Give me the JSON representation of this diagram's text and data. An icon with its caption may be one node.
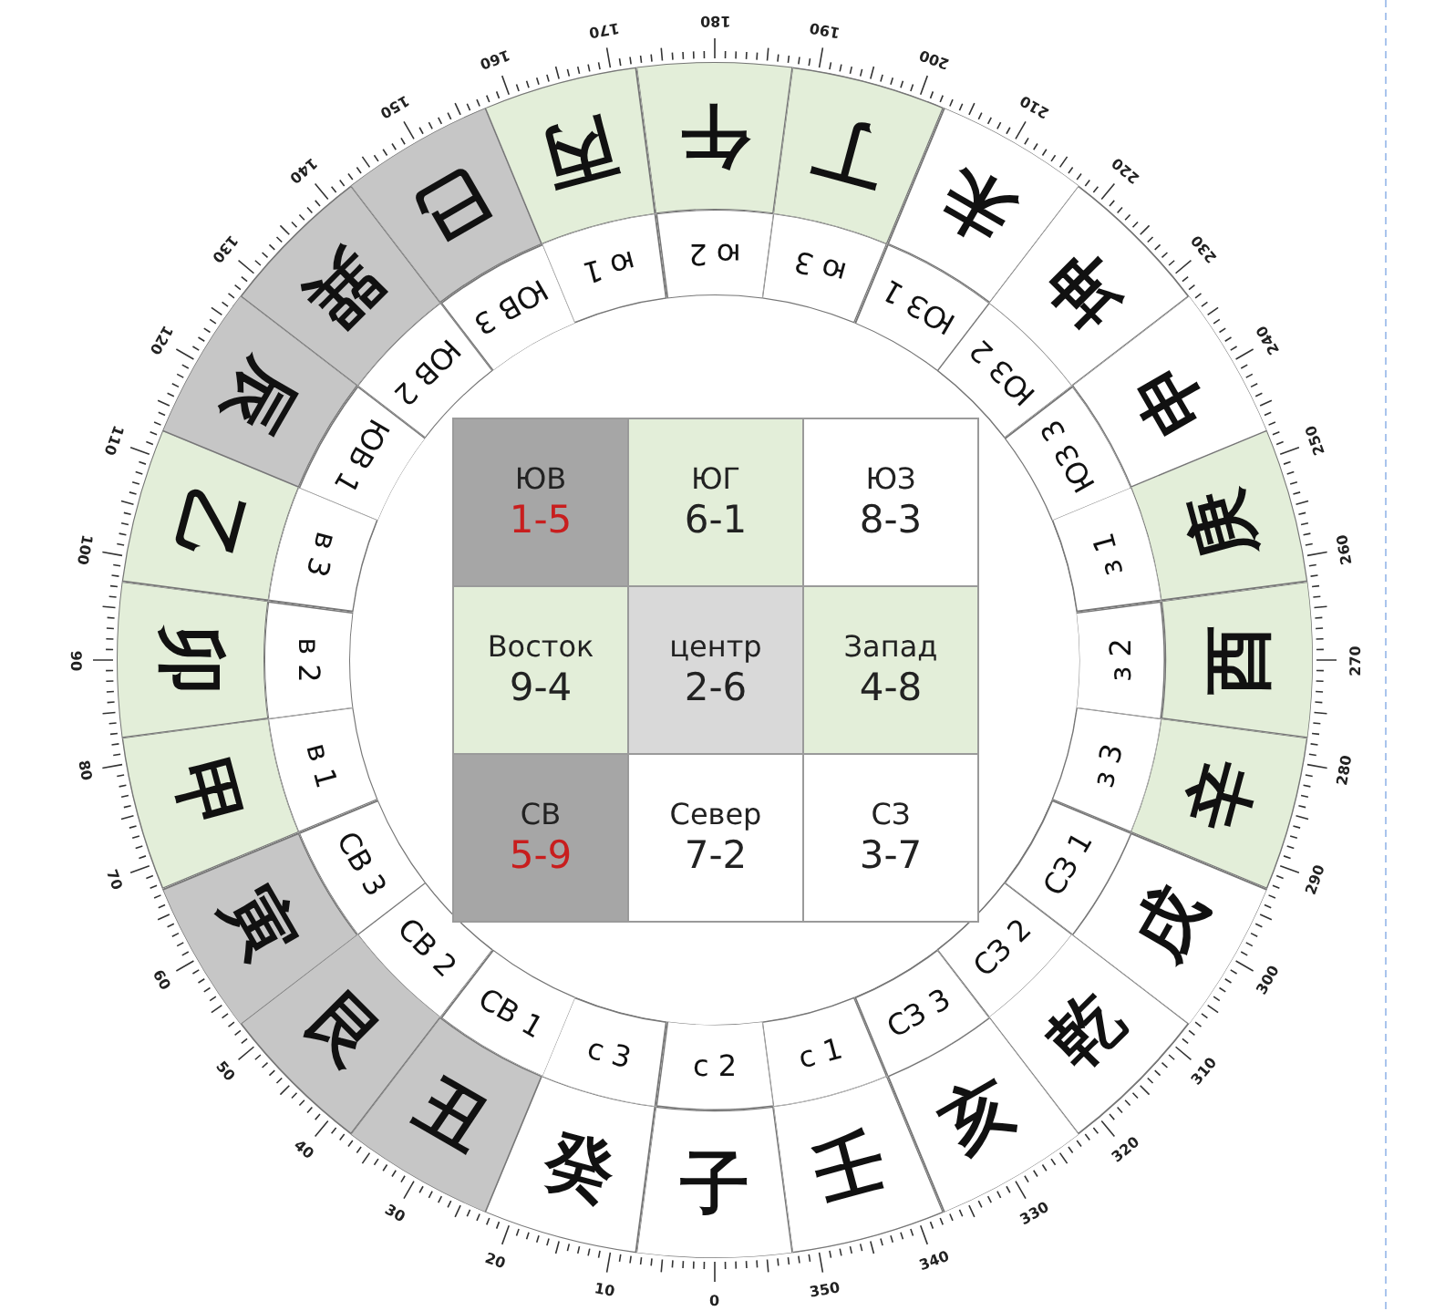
{
  "diagram": {
    "nodes": [
      {
        "text": [
          "子"
        ]
      },
      {
        "text": [
          "癸"
        ]
      },
      {
        "text": [
          "丑"
        ]
      },
      {
        "text": [
          "艮"
        ]
      },
      {
        "text": [
          "寅"
        ]
      },
      {
        "text": [
          "甲"
        ]
      },
      {
        "text": [
          "卯"
        ]
      },
      {
        "text": [
          "乙"
        ]
      },
      {
        "text": [
          "辰"
        ]
      },
      {
        "text": [
          "巽"
        ]
      },
      {
        "text": [
          "巳"
        ]
      },
      {
        "text": [
          "丙"
        ]
      },
      {
        "text": [
          "午"
        ]
      },
      {
        "text": [
          "丁"
        ]
      },
      {
        "text": [
          "未"
        ]
      },
      {
        "text": [
          "坤"
        ]
      },
      {
        "text": [
          "申"
        ]
      },
      {
        "text": [
          "庚"
        ]
      },
      {
        "text": [
          "酉"
        ]
      },
      {
        "text": [
          "辛"
        ]
      },
      {
        "text": [
          "戌"
        ]
      },
      {
        "text": [
          "乾"
        ]
      },
      {
        "text": [
          "亥"
        ]
      },
      {
        "text": [
          "壬"
        ]
      },
      {
        "text": [
          "с 2"
        ]
      },
      {
        "text": [
          "с 3"
        ]
      },
      {
        "text": [
          "СВ 1"
        ]
      },
      {
        "text": [
          "СВ 2"
        ]
      },
      {
        "text": [
          "СВ 3"
        ]
      },
      {
        "text": [
          "в 1"
        ]
      },
      {
        "text": [
          "в 2"
        ]
      },
      {
        "text": [
          "в 3"
        ]
      },
      {
        "text": [
          "ЮВ 1"
        ]
      },
      {
        "text": [
          "ЮВ 2"
        ]
      },
      {
        "text": [
          "ЮВ 3"
        ]
      },
      {
        "text": [
          "ю 1"
        ]
      },
      {
        "text": [
          "ю 2"
        ]
      },
      {
        "text": [
          "ю 3"
        ]
      },
      {
        "text": [
          "ЮЗ 1"
        ]
      },
      {
        "text": [
          "ЮЗ 2"
        ]
      },
      {
        "text": [
          "ЮЗ 3"
        ]
      },
      {
        "text": [
          "з 1"
        ]
      },
      {
        "text": [
          "з 2"
        ]
      },
      {
        "text": [
          "з 3"
        ]
      },
      {
        "text": [
          "СЗ 1"
        ]
      },
      {
        "text": [
          "СЗ 2"
        ]
      },
      {
        "text": [
          "СЗ 3"
        ]
      },
      {
        "text": [
          "с 1"
        ]
      },
      {
        "text": [
          "ЮВ",
          "1-5"
        ]
      },
      {
        "text": [
          "ЮГ",
          "6-1"
        ]
      },
      {
        "text": [
          "ЮЗ",
          "8-3"
        ]
      },
      {
        "text": [
          "Восток",
          "9-4"
        ]
      },
      {
        "text": [
          "центр",
          "2-6"
        ]
      },
      {
        "text": [
          "Запад",
          "4-8"
        ]
      },
      {
        "text": [
          "СВ",
          "5-9"
        ]
      },
      {
        "text": [
          "Север",
          "7-2"
        ]
      },
      {
        "text": [
          "СЗ",
          "3-7"
        ]
      }
    ],
    "labels": [
      "0",
      "10",
      "20",
      "30",
      "40",
      "50",
      "60",
      "70",
      "80",
      "90",
      "100",
      "110",
      "120",
      "130",
      "140",
      "150",
      "160",
      "170",
      "180",
      "190",
      "200",
      "210",
      "220",
      "230",
      "240",
      "250",
      "260",
      "270",
      "280",
      "290",
      "300",
      "310",
      "320",
      "330",
      "340",
      "350"
    ]
  }
}
